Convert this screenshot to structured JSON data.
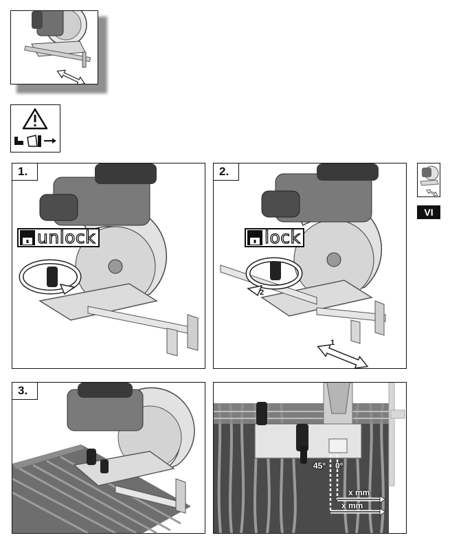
{
  "steps": {
    "step1": {
      "number": "1.",
      "badge": "unlock"
    },
    "step2": {
      "number": "2.",
      "badge": "lock",
      "arrow1": "1",
      "arrow2": "2"
    },
    "step3": {
      "number": "3.",
      "angle_45": "45°",
      "angle_0": "0°",
      "measure_1": "x mm",
      "measure_2": "x mm"
    }
  },
  "section_tab": {
    "label": "VI"
  },
  "icons": {
    "warning": "warning-triangle-icon",
    "unplug": "unplug-icon",
    "padlock_open": "padlock-open-icon",
    "padlock_closed": "padlock-closed-icon"
  },
  "colors": {
    "ink": "#111111",
    "panel_bg": "#ffffff",
    "tab_bg": "#111111",
    "wood_dark": "#3d3d3d",
    "wood_light": "#9a9a9a"
  }
}
